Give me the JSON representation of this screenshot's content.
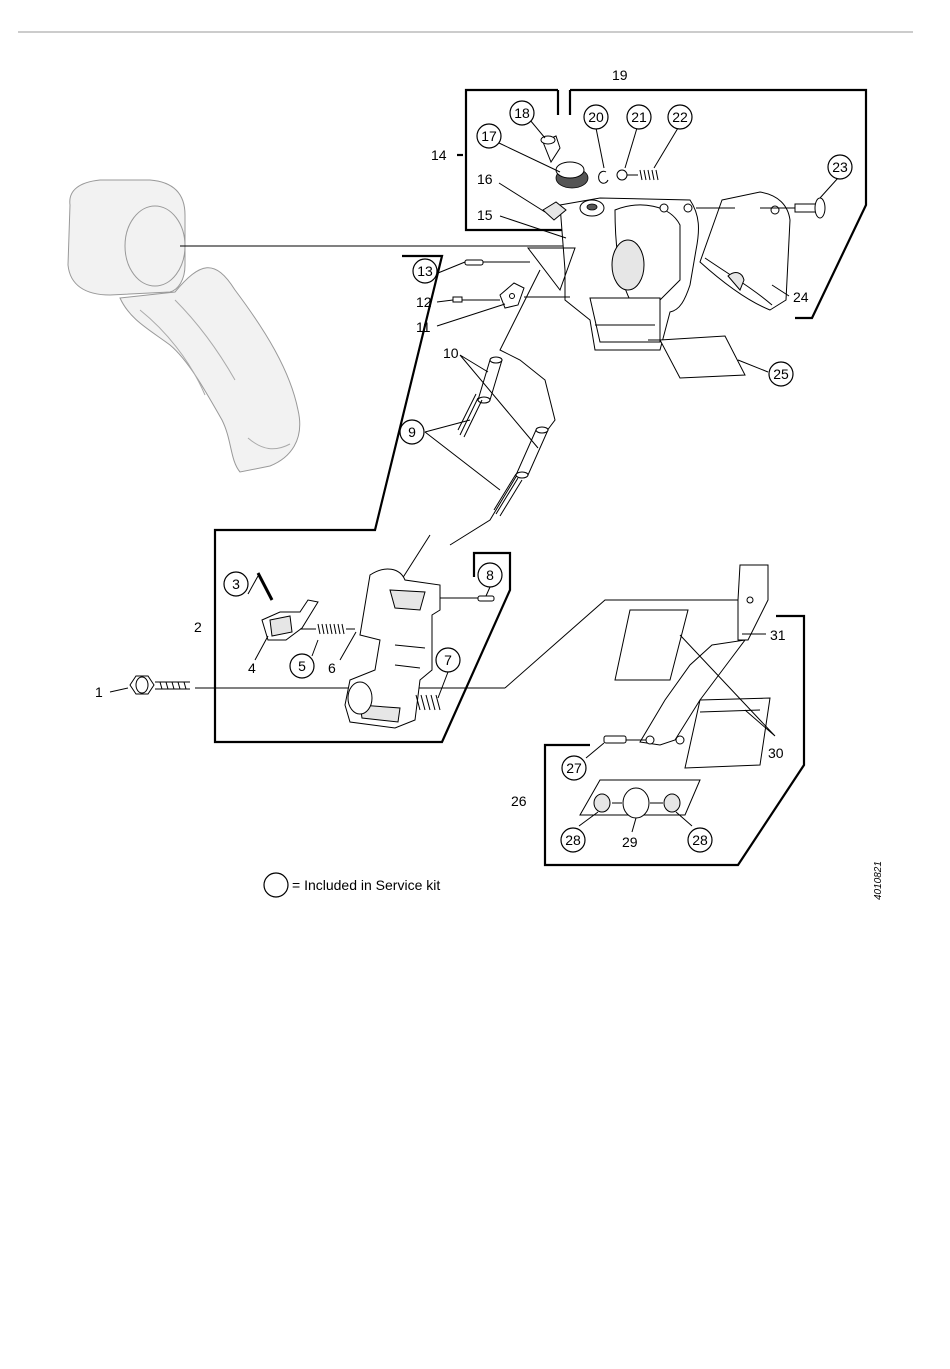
{
  "diagram": {
    "labels": {
      "l1": "1",
      "l2": "2",
      "l3": "3",
      "l4": "4",
      "l5": "5",
      "l6": "6",
      "l7": "7",
      "l8": "8",
      "l9": "9",
      "l10": "10",
      "l11": "11",
      "l12": "12",
      "l13": "13",
      "l14": "14",
      "l15": "15",
      "l16": "16",
      "l17": "17",
      "l18": "18",
      "l19": "19",
      "l20": "20",
      "l21": "21",
      "l22": "22",
      "l23": "23",
      "l24": "24",
      "l25": "25",
      "l26": "26",
      "l27": "27",
      "l28a": "28",
      "l28b": "28",
      "l29": "29",
      "l30": "30",
      "l31": "31"
    },
    "legend_text": "= Included in Service kit",
    "document_id": "4010821"
  }
}
